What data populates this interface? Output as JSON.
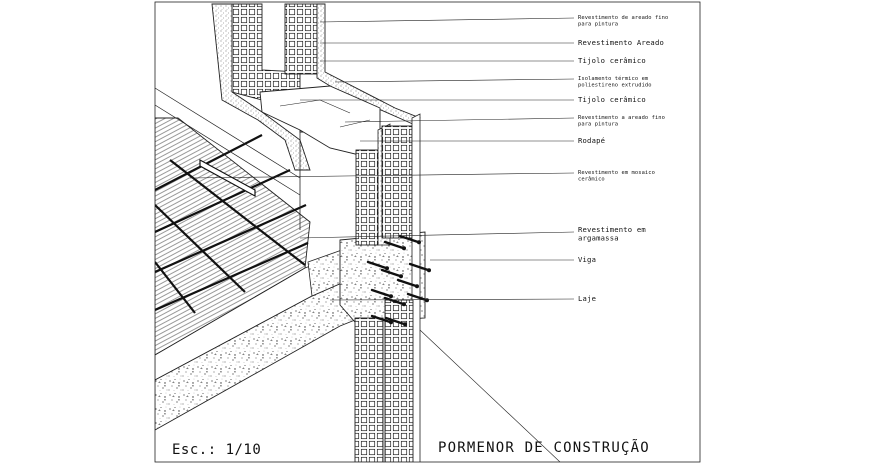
{
  "drawing": {
    "scale": "Esc.: 1/10",
    "title": "PORMENOR DE CONSTRUÇÃO"
  },
  "labels": [
    {
      "lines": [
        "Revestimento de areado fino",
        "para pintura"
      ],
      "small": true
    },
    {
      "lines": [
        "Revestimento Areado"
      ],
      "small": false
    },
    {
      "lines": [
        "Tijolo cerâmico"
      ],
      "small": false
    },
    {
      "lines": [
        "Isolamento térmico em",
        "poliestireno extrudido"
      ],
      "small": true
    },
    {
      "lines": [
        "Tijolo cerâmico"
      ],
      "small": false
    },
    {
      "lines": [
        "Revestimento a areado fino",
        "para pintura"
      ],
      "small": true
    },
    {
      "lines": [
        "Rodapé"
      ],
      "small": false
    },
    {
      "lines": [
        "Revestimento em mosaico",
        "cerâmico"
      ],
      "small": true
    },
    {
      "lines": [
        "Revestimento em",
        "argamassa"
      ],
      "small": false
    },
    {
      "lines": [
        "Viga"
      ],
      "small": false
    },
    {
      "lines": [
        "Laje"
      ],
      "small": false
    }
  ]
}
